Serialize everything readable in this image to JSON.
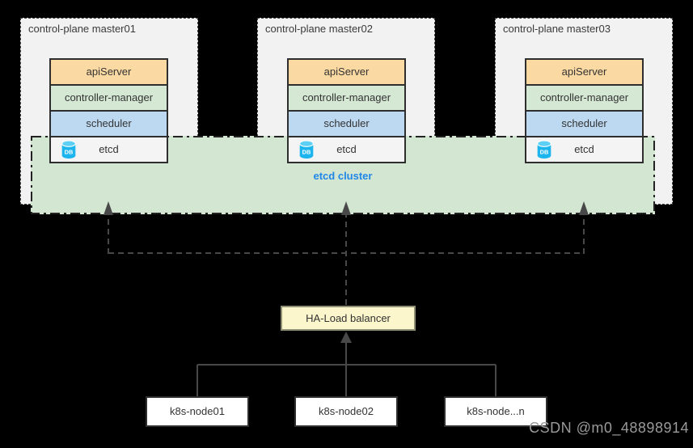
{
  "masters": [
    {
      "title": "control-plane master01",
      "components": {
        "apiserver": "apiServer",
        "controller_manager": "controller-manager",
        "scheduler": "scheduler",
        "etcd": "etcd"
      }
    },
    {
      "title": "control-plane master02",
      "components": {
        "apiserver": "apiServer",
        "controller_manager": "controller-manager",
        "scheduler": "scheduler",
        "etcd": "etcd"
      }
    },
    {
      "title": "control-plane master03",
      "components": {
        "apiserver": "apiServer",
        "controller_manager": "controller-manager",
        "scheduler": "scheduler",
        "etcd": "etcd"
      }
    }
  ],
  "db_icon": {
    "text": "DB",
    "color": "#1cb5ee"
  },
  "etcd_cluster": {
    "label": "etcd cluster",
    "label_color": "#1f87e8",
    "band_fill": "#d3e6d1"
  },
  "load_balancer": {
    "label": "HA-Load balancer",
    "fill": "#fbf6cb"
  },
  "nodes": [
    {
      "label": "k8s-node01"
    },
    {
      "label": "k8s-node02"
    },
    {
      "label": "k8s-node...n"
    }
  ],
  "watermark": {
    "text": "CSDN @m0_48898914"
  },
  "colors": {
    "background": "#000000",
    "master_fill": "#f2f2f2",
    "apiserver_fill": "#fbd9a2",
    "controller_manager_fill": "#d5e8d4",
    "scheduler_fill": "#bdd9f2",
    "etcd_fill": "#f4f4f4",
    "node_fill": "#ffffff",
    "connector_color": "#484848",
    "box_border": "#2e2e2e"
  }
}
